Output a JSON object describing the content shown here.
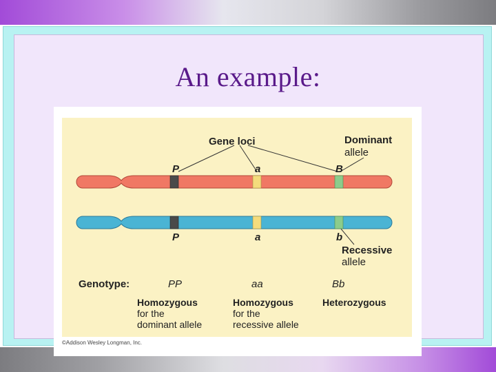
{
  "slide": {
    "title": "An example:"
  },
  "figure": {
    "gene_loci_label": "Gene loci",
    "dominant_label_line1": "Dominant",
    "dominant_label_line2": "allele",
    "recessive_label_line1": "Recessive",
    "recessive_label_line2": "allele",
    "top_alleles": [
      "P",
      "a",
      "B"
    ],
    "bottom_alleles": [
      "P",
      "a",
      "b"
    ],
    "genotype_label": "Genotype:",
    "genotypes": [
      "PP",
      "aa",
      "Bb"
    ],
    "descriptions": [
      {
        "line1": "Homozygous",
        "line2": "for the",
        "line3": "dominant allele"
      },
      {
        "line1": "Homozygous",
        "line2": "for the",
        "line3": "recessive allele"
      },
      {
        "line1": "Heterozygous",
        "line2": "",
        "line3": ""
      }
    ],
    "copyright": "©Addison Wesley Longman, Inc.",
    "colors": {
      "figure_bg": "#fbf2c4",
      "top_chromosome": "#f07864",
      "bottom_chromosome": "#4ab4d4",
      "locus_P": "#4a4a4a",
      "locus_a": "#f4dc7c",
      "locus_B": "#8ccc8c"
    }
  }
}
